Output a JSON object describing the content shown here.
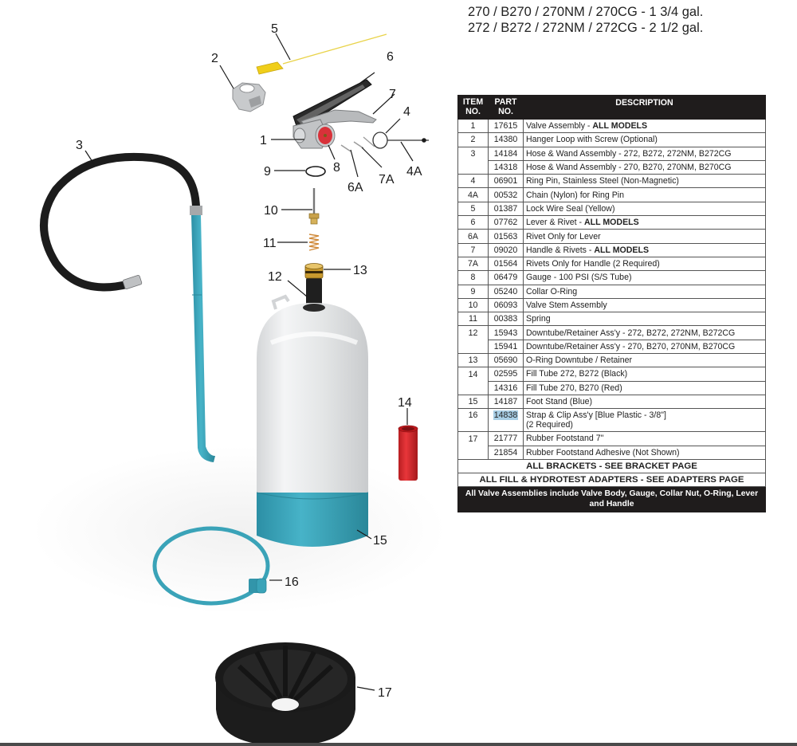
{
  "header": {
    "model_line_1": "270 / B270 / 270NM / 270CG - 1 3/4 gal.",
    "model_line_2": "272 / B272 / 272NM / 272CG - 2 1/2 gal."
  },
  "diagram": {
    "callouts": {
      "c1": "1",
      "c2": "2",
      "c3": "3",
      "c4": "4",
      "c4a": "4A",
      "c5": "5",
      "c6": "6",
      "c6a": "6A",
      "c7": "7",
      "c7a": "7A",
      "c8": "8",
      "c9": "9",
      "c10": "10",
      "c11": "11",
      "c12": "12",
      "c13": "13",
      "c14": "14",
      "c15": "15",
      "c16": "16",
      "c17": "17"
    },
    "colors": {
      "teal": "#3aa3b8",
      "cylinder": "#e9eaeb",
      "black": "#1b1b1b",
      "red": "#d8262a",
      "yellow": "#f2d11a",
      "brass": "#c99a2e"
    }
  },
  "table": {
    "headers": {
      "item_1": "ITEM",
      "item_2": "NO.",
      "part_1": "PART",
      "part_2": "NO.",
      "description": "DESCRIPTION"
    },
    "rows": [
      {
        "item": "1",
        "part": "17615",
        "desc": "Valve Assembly - ",
        "desc_bold": "ALL MODELS"
      },
      {
        "item": "2",
        "part": "14380",
        "desc": "Hanger Loop with Screw (Optional)",
        "desc_bold": ""
      },
      {
        "item": "3",
        "part": "14184",
        "desc": "Hose & Wand Assembly - 272, B272, 272NM, B272CG",
        "desc_bold": ""
      },
      {
        "item": "",
        "part": "14318",
        "desc": "Hose & Wand Assembly - 270, B270, 270NM, B270CG",
        "desc_bold": ""
      },
      {
        "item": "4",
        "part": "06901",
        "desc": "Ring Pin, Stainless Steel (Non-Magnetic)",
        "desc_bold": ""
      },
      {
        "item": "4A",
        "part": "00532",
        "desc": "Chain (Nylon) for Ring Pin",
        "desc_bold": ""
      },
      {
        "item": "5",
        "part": "01387",
        "desc": "Lock Wire Seal (Yellow)",
        "desc_bold": ""
      },
      {
        "item": "6",
        "part": "07762",
        "desc": "Lever & Rivet - ",
        "desc_bold": "ALL MODELS"
      },
      {
        "item": "6A",
        "part": "01563",
        "desc": "Rivet Only for Lever",
        "desc_bold": ""
      },
      {
        "item": "7",
        "part": "09020",
        "desc": "Handle & Rivets - ",
        "desc_bold": "ALL MODELS"
      },
      {
        "item": "7A",
        "part": "01564",
        "desc": "Rivets Only for Handle (2 Required)",
        "desc_bold": ""
      },
      {
        "item": "8",
        "part": "06479",
        "desc": "Gauge  - 100 PSI (S/S Tube)",
        "desc_bold": ""
      },
      {
        "item": "9",
        "part": "05240",
        "desc": "Collar O-Ring",
        "desc_bold": ""
      },
      {
        "item": "10",
        "part": "06093",
        "desc": "Valve Stem Assembly",
        "desc_bold": ""
      },
      {
        "item": "11",
        "part": "00383",
        "desc": "Spring",
        "desc_bold": ""
      },
      {
        "item": "12",
        "part": "15943",
        "desc": "Downtube/Retainer Ass'y - 272, B272, 272NM, B272CG",
        "desc_bold": ""
      },
      {
        "item": "",
        "part": "15941",
        "desc": "Downtube/Retainer Ass'y - 270, B270, 270NM, B270CG",
        "desc_bold": ""
      },
      {
        "item": "13",
        "part": "05690",
        "desc": "O-Ring Downtube / Retainer",
        "desc_bold": ""
      },
      {
        "item": "14",
        "part": "02595",
        "desc": "Fill Tube 272, B272 (Black)",
        "desc_bold": ""
      },
      {
        "item": "",
        "part": "14316",
        "desc": "Fill Tube 270, B270 (Red)",
        "desc_bold": ""
      },
      {
        "item": "15",
        "part": "14187",
        "desc": "Foot Stand (Blue)",
        "desc_bold": ""
      },
      {
        "item": "16",
        "part": "14838",
        "desc": "Strap & Clip Ass'y [Blue Plastic - 3/8\"]",
        "desc_line2": "(2 Required)",
        "desc_bold": "",
        "highlighted": true
      },
      {
        "item": "17",
        "part": "21777",
        "desc": "Rubber Footstand 7\"",
        "desc_bold": ""
      },
      {
        "item": "",
        "part": "21854",
        "desc": "Rubber Footstand Adhesive (Not Shown)",
        "desc_bold": ""
      }
    ],
    "banner_brackets": "ALL BRACKETS - SEE BRACKET PAGE",
    "banner_adapters": "ALL FILL & HYDROTEST ADAPTERS  - SEE ADAPTERS PAGE",
    "footer_note": "All Valve Assemblies include Valve Body, Gauge, Collar Nut, O-Ring, Lever and Handle"
  }
}
